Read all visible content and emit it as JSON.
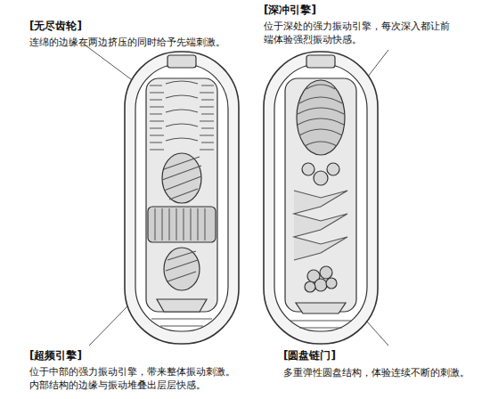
{
  "diagram": {
    "labels": [
      "[无尽齿轮]",
      "连绵的边缘在两边挤压的同时给予先端刺激。",
      "[深冲引擎]",
      "位于深处的强力振动引擎，每次深入都让前端体验强烈振动快感。",
      "[超频引擎]",
      "位于中部的强力振动引擎，带来整体振动刺激。内部结构的边缘与振动堆叠出层层快感。",
      "[圆盘链门]",
      "多重弹性圆盘结构，体验连续不断的刺激。"
    ]
  }
}
